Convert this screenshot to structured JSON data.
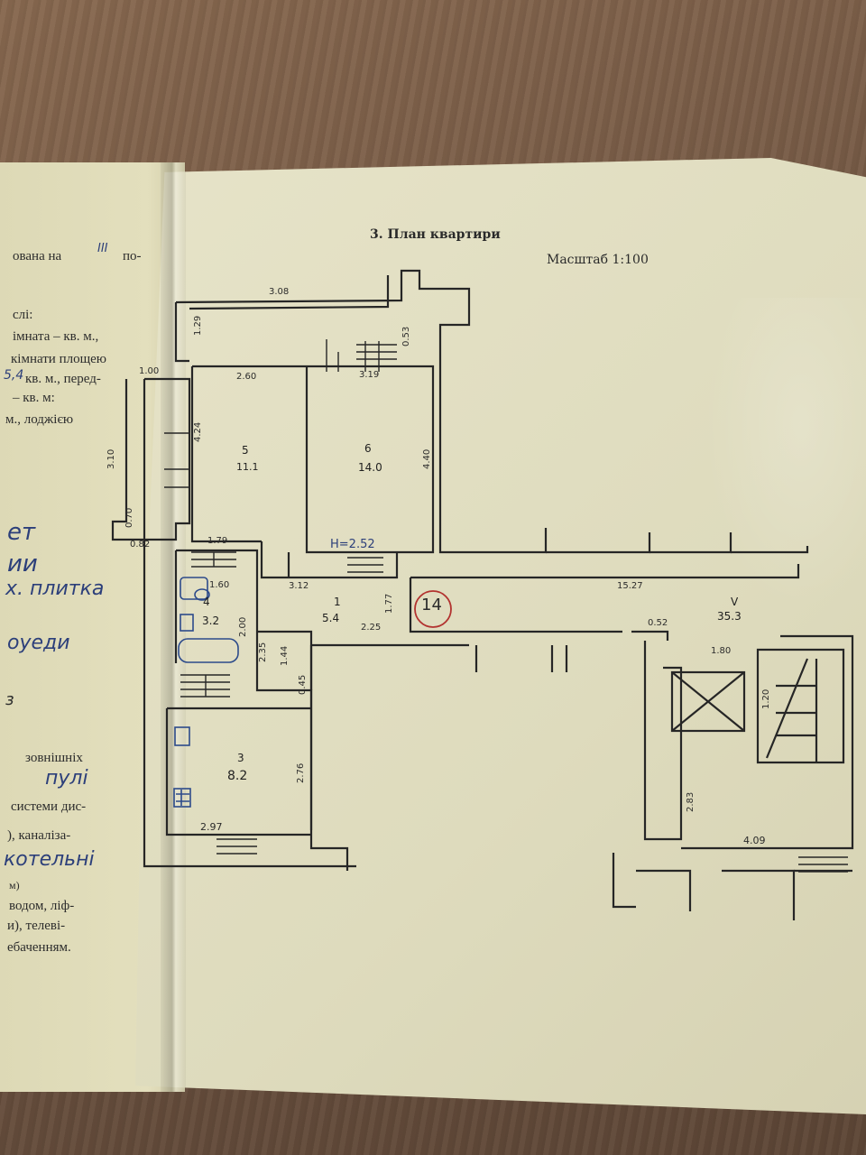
{
  "document": {
    "section_title": "3. План квартири",
    "scale_label": "Масштаб 1:100"
  },
  "left_page": {
    "lines": [
      "ована на",
      "по-",
      "слі:",
      "імната  –  кв. м.,",
      "кімнати площею",
      "кв. м., перед-",
      "–  кв. м:",
      "м., лоджією",
      "зовнішніх",
      "системи дис-",
      "), каналіза-",
      "м)",
      "водом, ліф-",
      "и), телеві-",
      "ебаченням."
    ],
    "handwritten": [
      "III",
      "5,4",
      "ет",
      "ии",
      "х. плитка",
      "оуеди",
      "пулі",
      "котельні",
      "з"
    ]
  },
  "rooms": [
    {
      "id": "room-1",
      "number": "1",
      "area": "5.4"
    },
    {
      "id": "room-3",
      "number": "3",
      "area": "8.2"
    },
    {
      "id": "room-4",
      "number": "4",
      "area": "3.2"
    },
    {
      "id": "room-5",
      "number": "5",
      "area": "11.1"
    },
    {
      "id": "room-6",
      "number": "6",
      "area": "14.0"
    },
    {
      "id": "room-v",
      "number": "V",
      "area": "35.3"
    }
  ],
  "dimensions": {
    "top_corridor": "3.08",
    "d129": "1.29",
    "d100": "1.00",
    "d310": "3.10",
    "d070": "0.70",
    "d082": "0.82",
    "d260": "2.60",
    "d424": "4.24",
    "d319": "3.19",
    "d440": "4.40",
    "d053": "0.53",
    "d179": "1.79",
    "d160": "1.60",
    "d312": "3.12",
    "d225": "2.25",
    "d177": "1.77",
    "d200": "2.00",
    "d235": "2.35",
    "d144": "1.44",
    "d045": "0.45",
    "d276": "2.76",
    "d297": "2.97",
    "d1527": "15.27",
    "d052": "0.52",
    "d180": "1.80",
    "d120": "1.20",
    "d283": "2.83",
    "d409": "4.09",
    "height": "H=2.52"
  },
  "stamp": {
    "number": "14"
  },
  "colors": {
    "paper": "#e3e0c4",
    "ink": "#262626",
    "blue_ink": "#2c4a8a",
    "red_ink": "#b2322f"
  }
}
